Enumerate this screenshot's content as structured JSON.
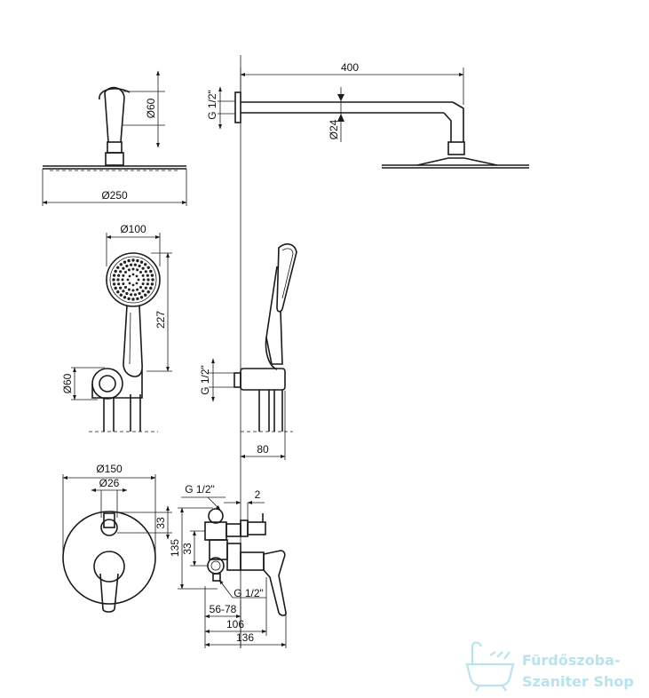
{
  "dimensions": {
    "head_pipe_dia": "Ø60",
    "head_dia": "Ø250",
    "arm_length": "400",
    "inlet_top": "G 1/2\"",
    "arm_dia": "Ø24",
    "hand_dia": "Ø100",
    "hand_length": "227",
    "holder_dia": "Ø60",
    "inlet_middle": "G 1/2\"",
    "holder_depth": "80",
    "plate_dia": "Ø150",
    "knob_dia": "Ø26",
    "knob_offset": "33",
    "body_inlet_top": "G 1/2\"",
    "plate_gap": "2",
    "body_height": "135",
    "body_offset": "33",
    "body_inlet_bottom": "G 1/2\"",
    "depth_min_max": "56-78",
    "depth_106": "106",
    "depth_136": "136"
  },
  "watermark": {
    "line1": "Fürdőszoba-",
    "line2": "Szaniter Shop",
    "icon": "bathtub-icon",
    "color": "#b9e3ec"
  }
}
